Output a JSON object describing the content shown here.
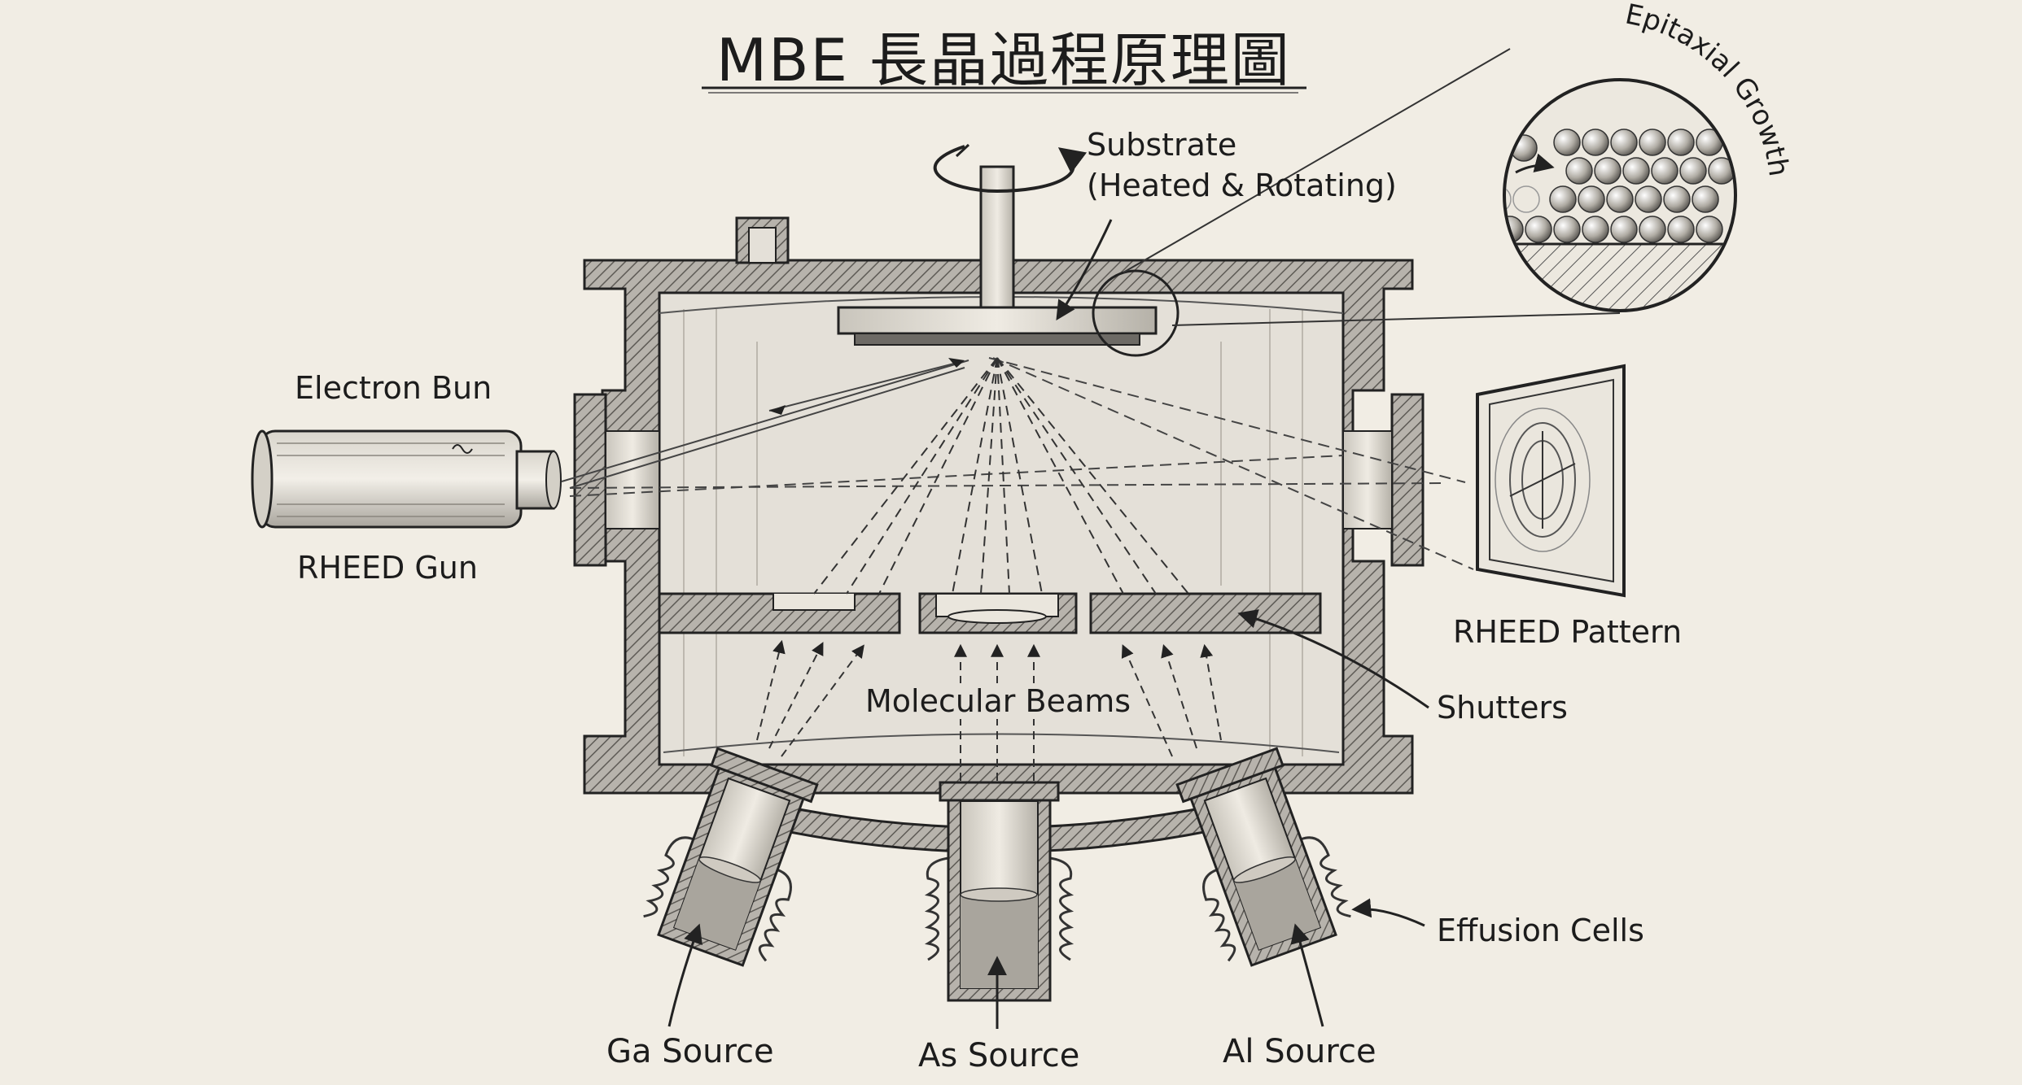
{
  "title": "MBE 長晶過程原理圖",
  "labels": {
    "substrate_line1": "Substrate",
    "substrate_line2": "(Heated & Rotating)",
    "epitaxial_growth": "Epitaxial Growth",
    "electron_gun": "Electron Bun",
    "rheed_gun": "RHEED Gun",
    "rheed_pattern": "RHEED Pattern",
    "molecular_beams": "Molecular Beams",
    "shutters": "Shutters",
    "effusion_cells": "Effusion Cells",
    "ga_source": "Ga Source",
    "as_source": "As Source",
    "al_source": "Al Source"
  },
  "colors": {
    "paper": "#f1ede4",
    "ink": "#1c1c1c",
    "wall_fill": "#8d8a85",
    "light_fill": "#e4e0d8"
  }
}
